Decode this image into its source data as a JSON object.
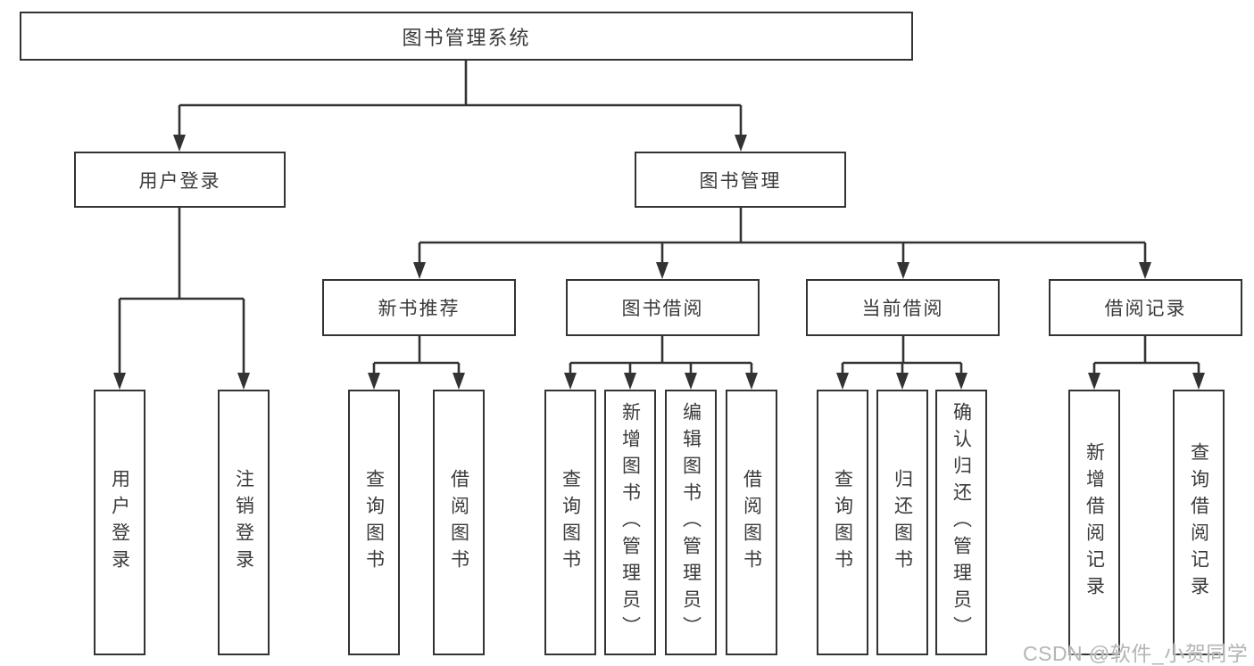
{
  "diagram": {
    "title": "图书管理系统",
    "nodes": {
      "root": {
        "label": "图书管理系统"
      },
      "user_login": {
        "label": "用户登录"
      },
      "book_mgmt": {
        "label": "图书管理"
      },
      "new_book": {
        "label": "新书推荐"
      },
      "book_borrow": {
        "label": "图书借阅"
      },
      "current_borrow": {
        "label": "当前借阅"
      },
      "borrow_record": {
        "label": "借阅记录"
      },
      "ul_login": {
        "label": "用户登录"
      },
      "ul_logout": {
        "label": "注销登录"
      },
      "nb_query": {
        "label": "查询图书"
      },
      "nb_borrow": {
        "label": "借阅图书"
      },
      "bb_query": {
        "label": "查询图书"
      },
      "bb_add": {
        "label": "新增图书（管理员）"
      },
      "bb_edit": {
        "label": "编辑图书（管理员）"
      },
      "bb_borrow": {
        "label": "借阅图书"
      },
      "cb_query": {
        "label": "查询图书"
      },
      "cb_return": {
        "label": "归还图书"
      },
      "cb_confirm": {
        "label": "确认归还（管理员）"
      },
      "br_add": {
        "label": "新增借阅记录"
      },
      "br_query": {
        "label": "查询借阅记录"
      }
    },
    "hierarchy": [
      {
        "parent": "图书管理系统",
        "children": [
          "用户登录",
          "图书管理"
        ]
      },
      {
        "parent": "用户登录",
        "children": [
          "用户登录",
          "注销登录"
        ]
      },
      {
        "parent": "图书管理",
        "children": [
          "新书推荐",
          "图书借阅",
          "当前借阅",
          "借阅记录"
        ]
      },
      {
        "parent": "新书推荐",
        "children": [
          "查询图书",
          "借阅图书"
        ]
      },
      {
        "parent": "图书借阅",
        "children": [
          "查询图书",
          "新增图书（管理员）",
          "编辑图书（管理员）",
          "借阅图书"
        ]
      },
      {
        "parent": "当前借阅",
        "children": [
          "查询图书",
          "归还图书",
          "确认归还（管理员）"
        ]
      },
      {
        "parent": "借阅记录",
        "children": [
          "新增借阅记录",
          "查询借阅记录"
        ]
      }
    ],
    "watermark": "CSDN @软件_小贺同学",
    "colors": {
      "line": "#333333",
      "text": "#3a3a3a",
      "watermark": "#b5b5b5",
      "background": "#ffffff"
    }
  }
}
